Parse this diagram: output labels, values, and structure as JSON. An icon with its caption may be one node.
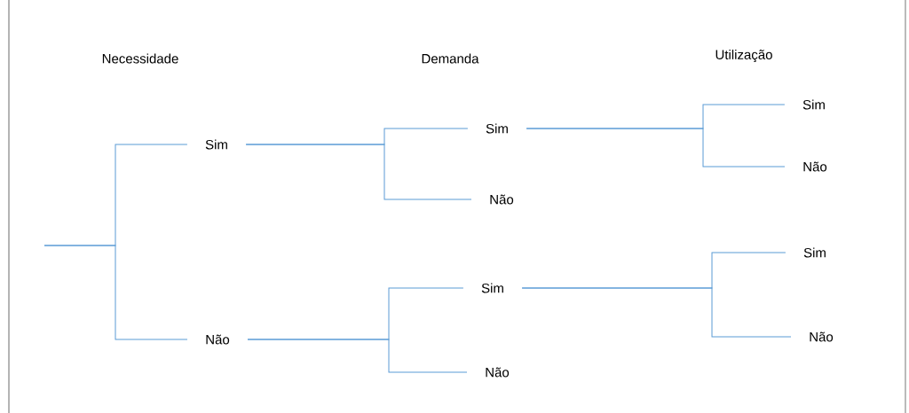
{
  "diagram": {
    "nodes": [
      {
        "text": [
          "Sim"
        ]
      },
      {
        "text": [
          "Não"
        ]
      },
      {
        "text": [
          "Sim"
        ]
      },
      {
        "text": [
          "Não"
        ]
      },
      {
        "text": [
          "Sim"
        ]
      },
      {
        "text": [
          "Não"
        ]
      },
      {
        "text": [
          "Sim"
        ]
      },
      {
        "text": [
          "Não"
        ]
      },
      {
        "text": [
          "Sim"
        ]
      },
      {
        "text": [
          "Não"
        ]
      }
    ],
    "edges": [
      {
        "from": null,
        "to": 0,
        "arrow": "none"
      },
      {
        "from": null,
        "to": 1,
        "arrow": "none"
      },
      {
        "from": 0,
        "to": 2,
        "arrow": "none"
      },
      {
        "from": 0,
        "to": 3,
        "arrow": "none"
      },
      {
        "from": 1,
        "to": 4,
        "arrow": "none"
      },
      {
        "from": 1,
        "to": 5,
        "arrow": "none"
      },
      {
        "from": 2,
        "to": 6,
        "arrow": "none"
      },
      {
        "from": 2,
        "to": 7,
        "arrow": "none"
      },
      {
        "from": 4,
        "to": 8,
        "arrow": "none"
      },
      {
        "from": 4,
        "to": 9,
        "arrow": "none"
      }
    ],
    "labels": [
      "Necessidade",
      "Demanda",
      "Utilização"
    ]
  }
}
